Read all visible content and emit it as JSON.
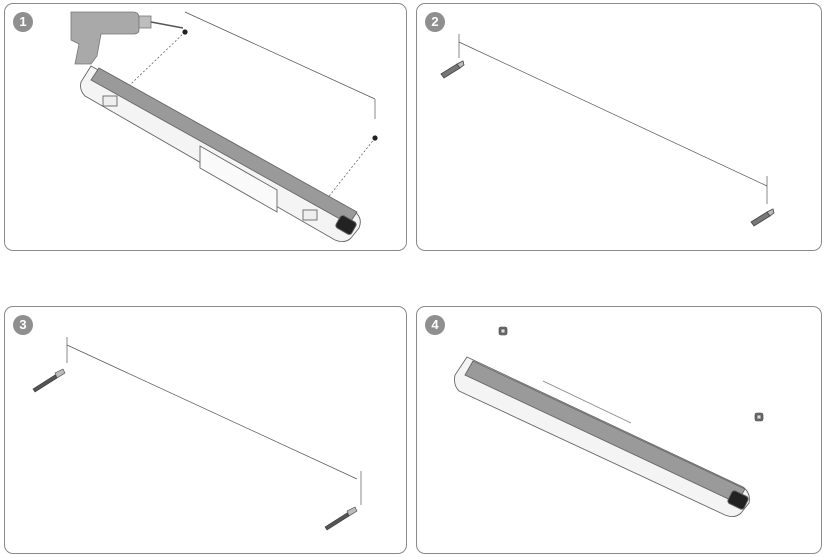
{
  "steps": [
    {
      "number": "1"
    },
    {
      "number": "2"
    },
    {
      "number": "3"
    },
    {
      "number": "4"
    }
  ],
  "colors": {
    "badge": "#8f8f8f",
    "border": "#8a8a8a",
    "line": "#555555",
    "bar_stripe": "#9a9a9a",
    "drill": "#a9a9a9"
  },
  "icons": [
    "drill-icon",
    "wall-anchor-icon",
    "screw-icon",
    "sound-bar"
  ]
}
